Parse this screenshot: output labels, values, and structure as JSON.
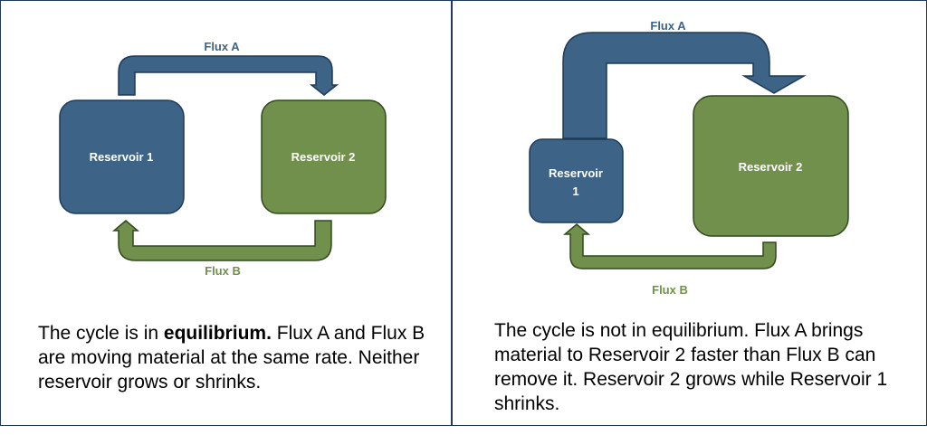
{
  "colors": {
    "blue_fill": "#3d6486",
    "blue_stroke": "#1d3a58",
    "green_fill": "#71904b",
    "green_stroke": "#2f4a1c",
    "flux_a_text": "#3d6486",
    "flux_b_text": "#71904b",
    "border": "#1f3a5a"
  },
  "left_panel": {
    "reservoir1": "Reservoir 1",
    "reservoir2": "Reservoir 2",
    "flux_a": "Flux A",
    "flux_b": "Flux B",
    "caption_pre": "The cycle is in ",
    "caption_bold": "equilibrium.",
    "caption_post": " Flux A and Flux B are moving material at the same rate. Neither reservoir grows or shrinks."
  },
  "right_panel": {
    "reservoir1_line1": "Reservoir",
    "reservoir1_line2": "1",
    "reservoir2": "Reservoir 2",
    "flux_a": "Flux A",
    "flux_b": "Flux B",
    "caption": "The cycle is not in equilibrium. Flux A brings material to Reservoir 2 faster than Flux B can remove it. Reservoir 2 grows while Reservoir 1 shrinks."
  }
}
